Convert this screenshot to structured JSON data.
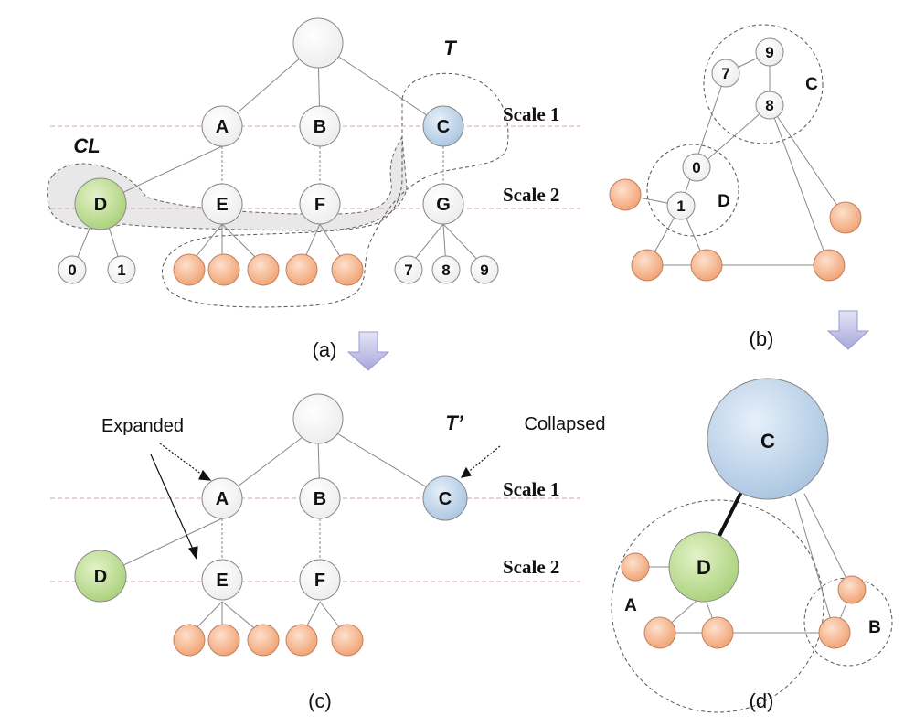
{
  "panels": {
    "a": "(a)",
    "b": "(b)",
    "c": "(c)",
    "d": "(d)"
  },
  "annotations": {
    "t": "T",
    "t_prime": "T’",
    "cl": "CL",
    "expanded": "Expanded",
    "collapsed": "Collapsed"
  },
  "scales": {
    "scale1": "Scale 1",
    "scale2": "Scale 2"
  },
  "nodes": {
    "a": "A",
    "b": "B",
    "c": "C",
    "d": "D",
    "e": "E",
    "f": "F",
    "g": "G",
    "n0": "0",
    "n1": "1",
    "n7": "7",
    "n8": "8",
    "n9": "9"
  },
  "colors": {
    "green_node": "#b8d98c",
    "blue_node": "#bcd3e8",
    "orange_node": "#f4b08a",
    "white_node": "#ffffff",
    "scale_line": "#d9a3a3",
    "arrow": "#b8b8e0"
  }
}
